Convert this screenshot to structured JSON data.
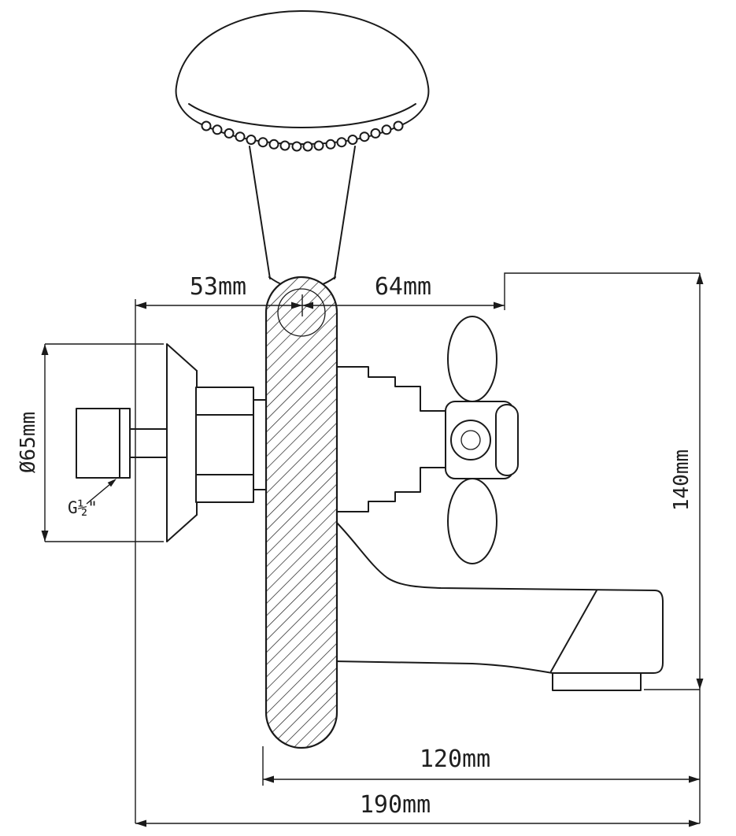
{
  "colors": {
    "line": "#1a1a1a",
    "background": "#ffffff"
  },
  "dimensions": {
    "top_left": "53mm",
    "top_right": "64mm",
    "flange_diameter": "Ø65mm",
    "thread_size": "G½\"",
    "height_right": "140mm",
    "bottom_inner": "120mm",
    "bottom_overall": "190mm"
  }
}
